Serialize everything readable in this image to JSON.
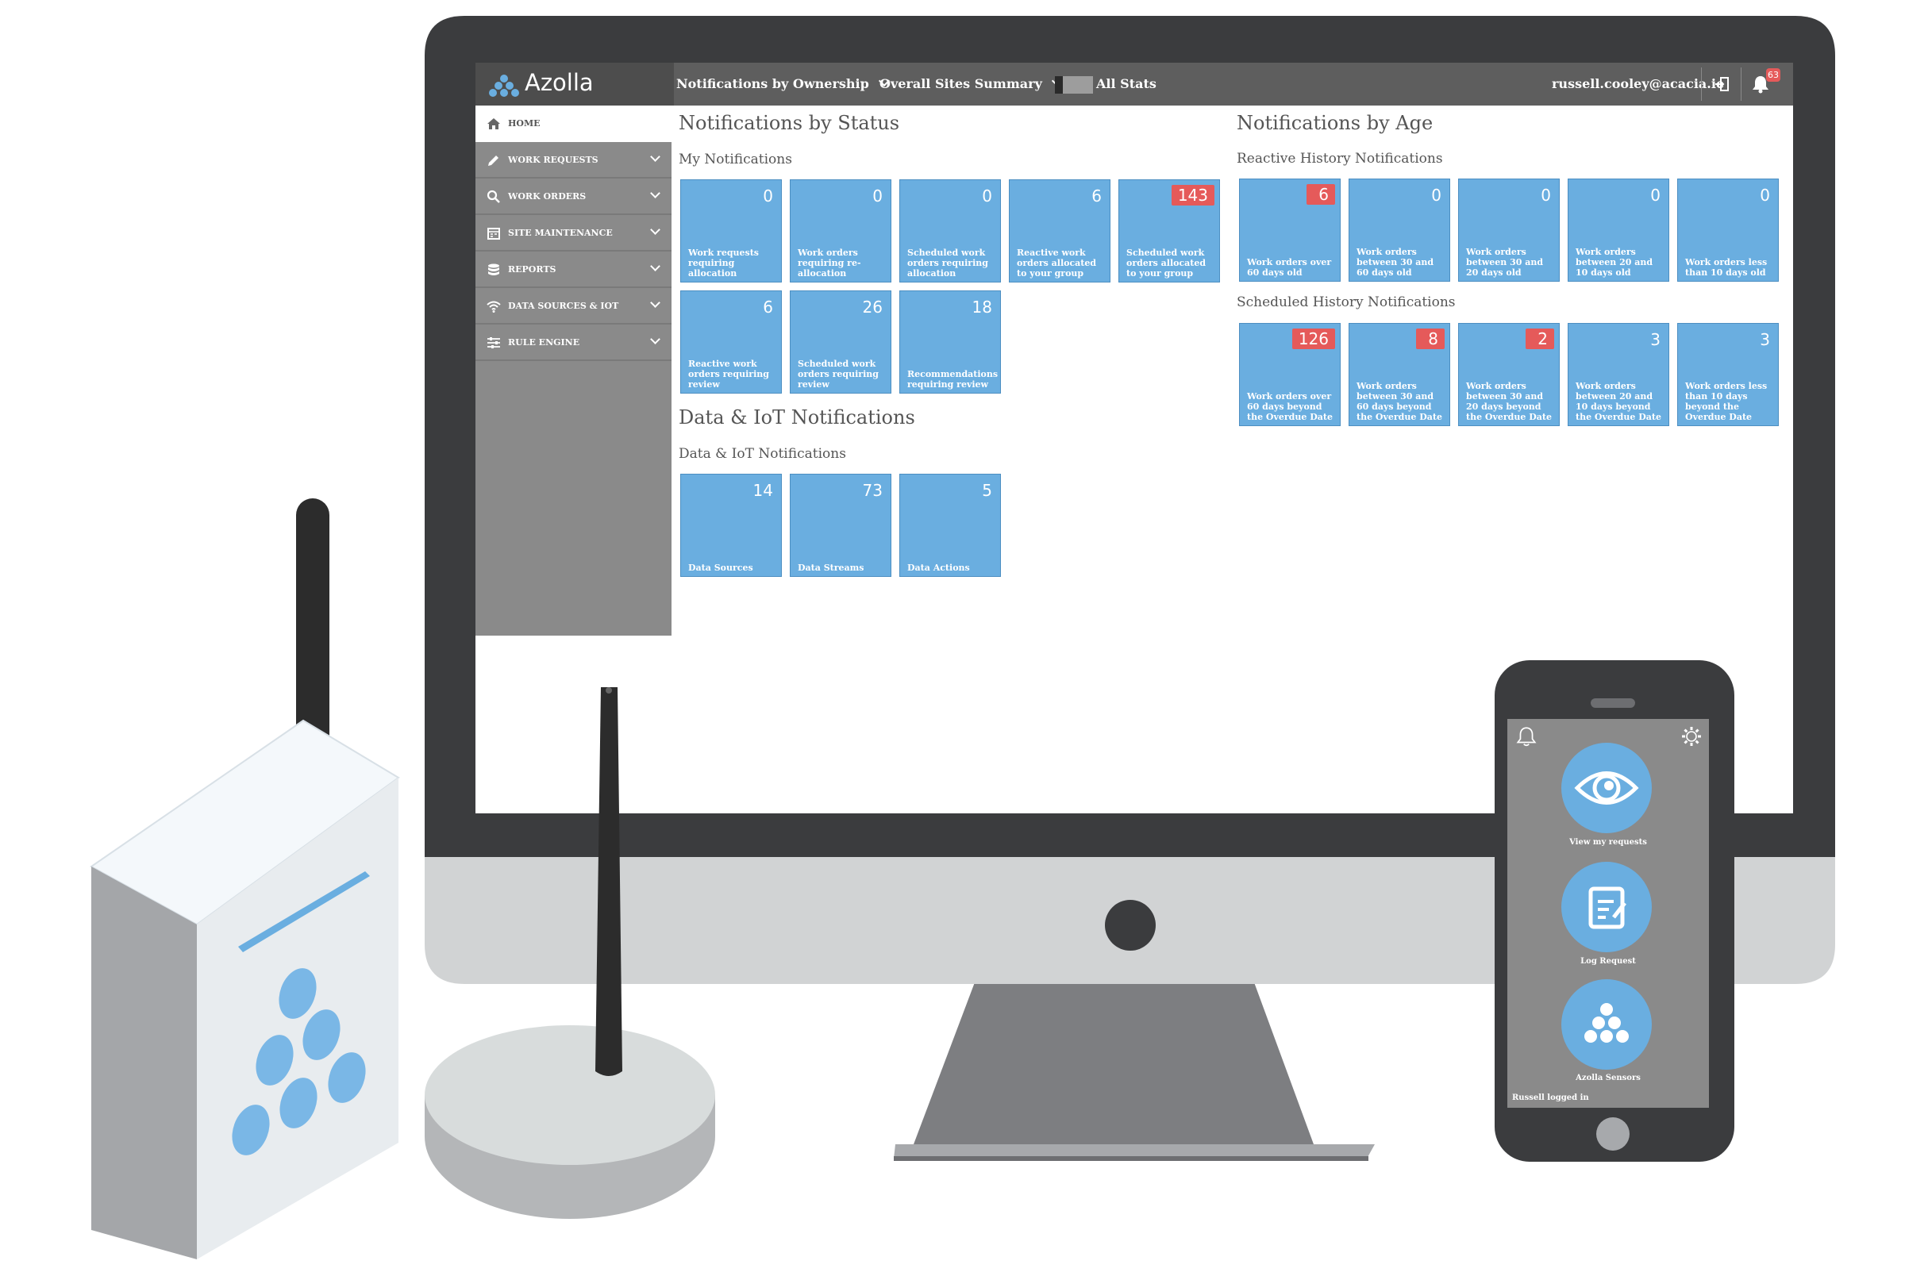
{
  "header": {
    "brand": "Azolla",
    "menus": [
      "Notifications by Ownership",
      "Overall Sites Summary",
      "All Stats"
    ],
    "user_email": "russell.cooley@acacia.ie",
    "notification_count": "63"
  },
  "sidebar": {
    "items": [
      {
        "label": "HOME",
        "icon": "home-icon"
      },
      {
        "label": "WORK REQUESTS",
        "icon": "pencil-icon"
      },
      {
        "label": "WORK ORDERS",
        "icon": "search-icon"
      },
      {
        "label": "SITE MAINTENANCE",
        "icon": "calendar-icon"
      },
      {
        "label": "REPORTS",
        "icon": "database-icon"
      },
      {
        "label": "DATA SOURCES & IOT",
        "icon": "wifi-icon"
      },
      {
        "label": "RULE ENGINE",
        "icon": "sliders-icon"
      }
    ]
  },
  "status": {
    "title": "Notifications by Status",
    "my_title": "My Notifications",
    "my_tiles": [
      {
        "value": "0",
        "caption": "Work requests requiring allocation",
        "alert": false
      },
      {
        "value": "0",
        "caption": "Work orders requiring re-allocation",
        "alert": false
      },
      {
        "value": "0",
        "caption": "Scheduled work orders requiring allocation",
        "alert": false
      },
      {
        "value": "6",
        "caption": "Reactive work orders allocated to your group",
        "alert": false
      },
      {
        "value": "143",
        "caption": "Scheduled work orders allocated to your group",
        "alert": true
      },
      {
        "value": "6",
        "caption": "Reactive work orders requiring review",
        "alert": false
      },
      {
        "value": "26",
        "caption": "Scheduled work orders requiring review",
        "alert": false
      },
      {
        "value": "18",
        "caption": "Recommendations requiring review",
        "alert": false
      }
    ]
  },
  "iot": {
    "title": "Data & IoT Notifications",
    "sub_title": "Data & IoT Notifications",
    "tiles": [
      {
        "value": "14",
        "caption": "Data Sources"
      },
      {
        "value": "73",
        "caption": "Data Streams"
      },
      {
        "value": "5",
        "caption": "Data Actions"
      }
    ]
  },
  "age": {
    "title": "Notifications by Age",
    "reactive_title": "Reactive History Notifications",
    "reactive_tiles": [
      {
        "value": "6",
        "caption": "Work orders over 60 days old",
        "alert": true
      },
      {
        "value": "0",
        "caption": "Work orders between 30 and 60 days old",
        "alert": false
      },
      {
        "value": "0",
        "caption": "Work orders between 30 and 20 days old",
        "alert": false
      },
      {
        "value": "0",
        "caption": "Work orders between 20 and 10 days old",
        "alert": false
      },
      {
        "value": "0",
        "caption": "Work orders less than 10 days old",
        "alert": false
      }
    ],
    "scheduled_title": "Scheduled History Notifications",
    "scheduled_tiles": [
      {
        "value": "126",
        "caption": "Work orders over 60 days beyond the Overdue Date",
        "alert": true
      },
      {
        "value": "8",
        "caption": "Work orders between 30 and 60 days beyond the Overdue Date",
        "alert": true
      },
      {
        "value": "2",
        "caption": "Work orders between 30 and 20 days beyond the Overdue Date",
        "alert": true
      },
      {
        "value": "3",
        "caption": "Work orders between 20 and 10 days beyond the Overdue Date",
        "alert": false
      },
      {
        "value": "3",
        "caption": "Work orders less than 10 days beyond the Overdue Date",
        "alert": false
      }
    ]
  },
  "phone": {
    "buttons": [
      {
        "label": "View my requests",
        "icon": "eye-icon"
      },
      {
        "label": "Log Request",
        "icon": "edit-icon"
      },
      {
        "label": "Azolla Sensors",
        "icon": "azolla-logo-icon"
      }
    ],
    "status": "Russell logged in"
  },
  "colors": {
    "tile": "#6aaee0",
    "alert": "#e55a5a",
    "topbar": "#5e5e5e",
    "sidebar": "#8a8a8a",
    "bezel": "#3b3c3e"
  }
}
